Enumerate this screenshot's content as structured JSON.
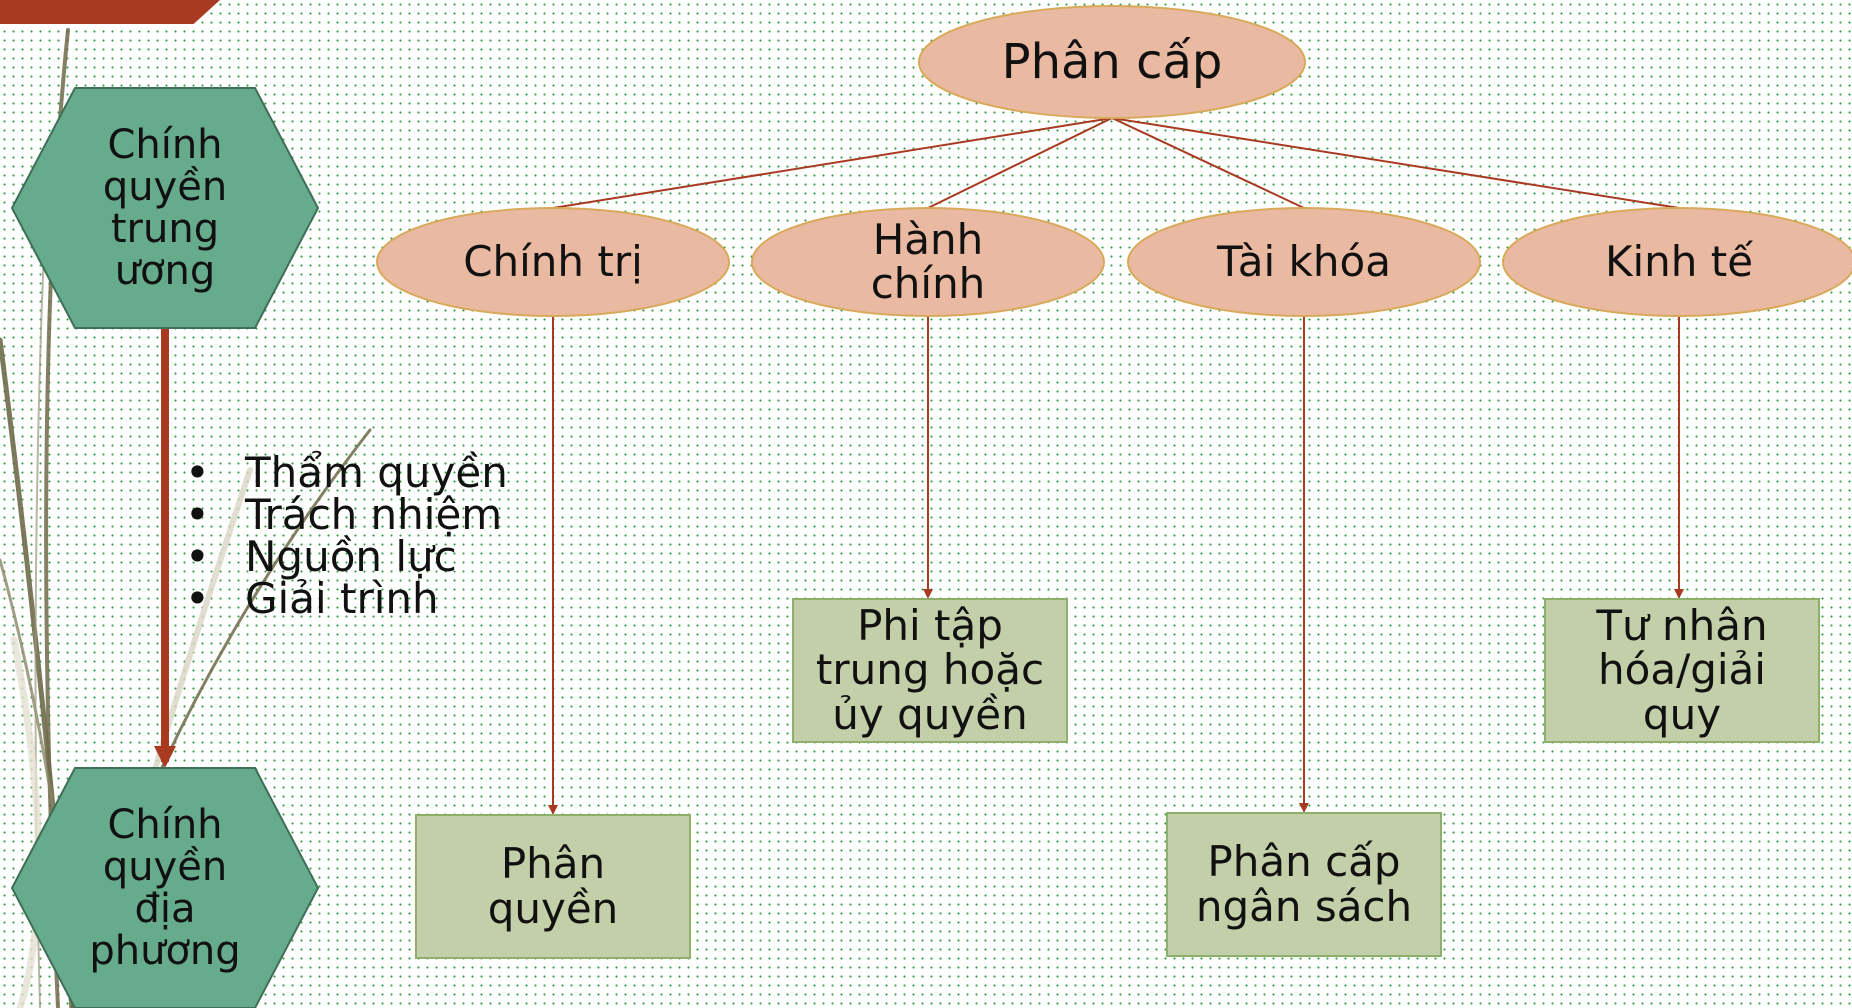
{
  "left_panel": {
    "top_hexagon": [
      "Chính",
      "quyền",
      "trung",
      "ương"
    ],
    "bottom_hexagon": [
      "Chính",
      "quyền",
      "địa",
      "phương"
    ],
    "bullets": [
      "Thẩm quyền",
      "Trách nhiệm",
      "Nguồn lực",
      "Giải trình"
    ]
  },
  "tree": {
    "root": "Phân cấp",
    "categories": [
      {
        "label": "Chính trị",
        "result": "Phân quyền"
      },
      {
        "label": "Hành chính",
        "result": "Phi tập trung hoặc ủy quyền"
      },
      {
        "label": "Tài khóa",
        "result": "Phân cấp ngân sách"
      },
      {
        "label": "Kinh tế",
        "result": "Tư nhân hóa/giải quy"
      }
    ]
  },
  "colors": {
    "hexagon_fill": "#66ab8c",
    "ellipse_fill": "#eab9a2",
    "box_fill": "#c3cfa8",
    "connector": "#a83a22",
    "dot_pattern": "#2e9a3e"
  }
}
